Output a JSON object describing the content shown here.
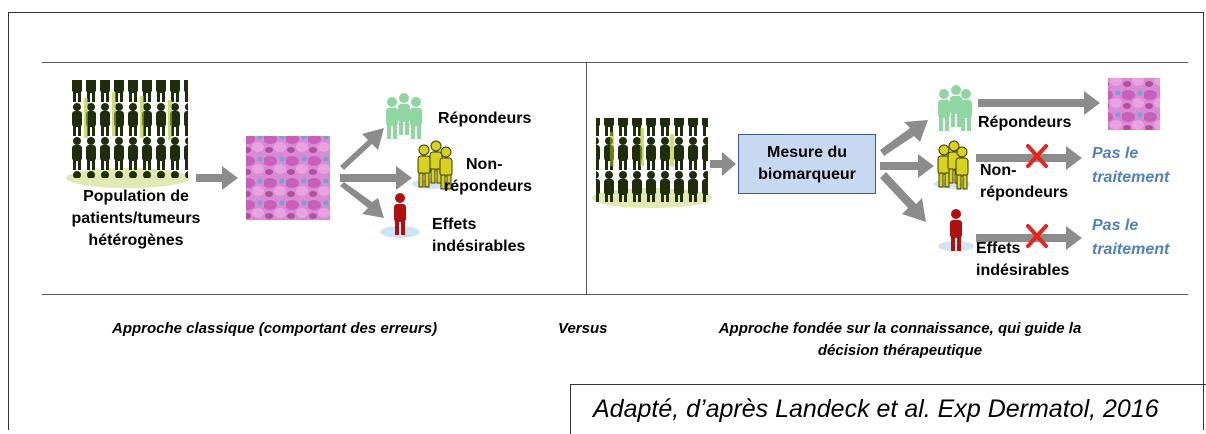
{
  "left_panel": {
    "population_label": [
      "Population de",
      "patients/tumeurs",
      "hétérogènes"
    ],
    "outcomes": {
      "responders": "Répondeurs",
      "non_responders": [
        "Non-",
        "répondeurs"
      ],
      "adverse": [
        "Effets",
        "indésirables"
      ]
    }
  },
  "right_panel": {
    "biomarker_box": [
      "Mesure du",
      "biomarqueur"
    ],
    "outcomes": {
      "responders": "Répondeurs",
      "non_responders": [
        "Non-",
        "répondeurs"
      ],
      "adverse": [
        "Effets",
        "indésirables"
      ]
    },
    "no_treatment_label": [
      "Pas le",
      "traitement"
    ]
  },
  "captions": {
    "classic": "Approche classique (comportant des erreurs)",
    "versus": "Versus",
    "knowledge": [
      "Approche fondée sur la connaissance, qui guide la",
      "décision thérapeutique"
    ]
  },
  "credit": "Adapté, d’après Landeck et al. Exp Dermatol, 2016",
  "colors": {
    "crowd": "#1f2d0c",
    "crowd_highlight": "#a4c40c",
    "responder_people": "#8fd6a0",
    "non_responder_people": "#d9d21a",
    "adverse_person": "#b01010",
    "arrow": "#8c8c8c",
    "cross": "#e8251c",
    "no_treatment_text": "#4f81bd",
    "biomarker_box_fill": "#c6d9f1"
  }
}
